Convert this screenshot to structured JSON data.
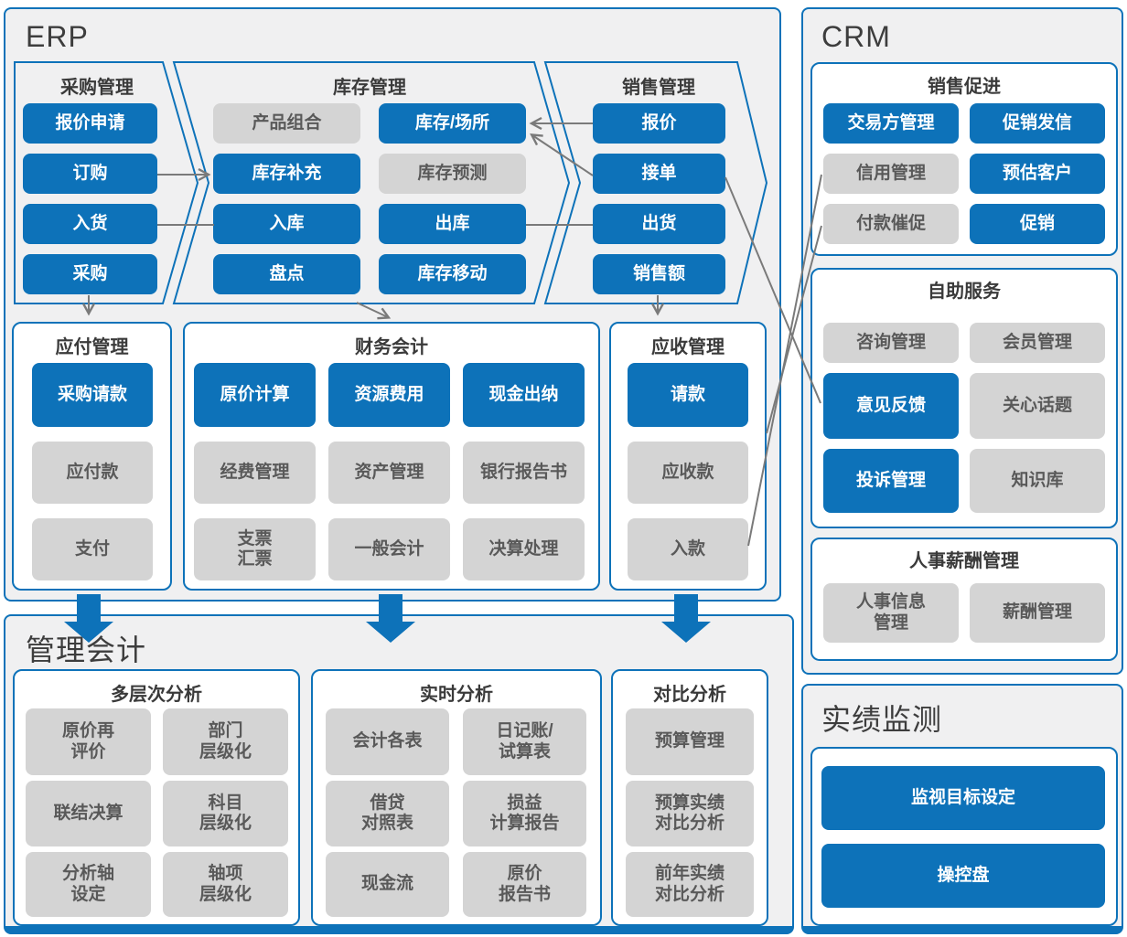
{
  "colors": {
    "accent_blue": "#0d72b9",
    "block_gray": "#d4d4d4",
    "box_bg": "#f0f0f1",
    "line_gray": "#7a7a7a",
    "title_text": "#3d3d3d",
    "gray_block_text": "#595959"
  },
  "erp": {
    "title": "ERP",
    "purchasing": {
      "title": "采购管理",
      "items": [
        {
          "label": "报价申请",
          "variant": "blue"
        },
        {
          "label": "订购",
          "variant": "blue"
        },
        {
          "label": "入货",
          "variant": "blue"
        },
        {
          "label": "采购",
          "variant": "blue"
        }
      ]
    },
    "inventory": {
      "title": "库存管理",
      "items": [
        {
          "label": "产品组合",
          "variant": "gray"
        },
        {
          "label": "库存/场所",
          "variant": "blue"
        },
        {
          "label": "库存补充",
          "variant": "blue"
        },
        {
          "label": "库存预测",
          "variant": "gray"
        },
        {
          "label": "入库",
          "variant": "blue"
        },
        {
          "label": "出库",
          "variant": "blue"
        },
        {
          "label": "盘点",
          "variant": "blue"
        },
        {
          "label": "库存移动",
          "variant": "blue"
        }
      ]
    },
    "sales": {
      "title": "销售管理",
      "items": [
        {
          "label": "报价",
          "variant": "blue"
        },
        {
          "label": "接单",
          "variant": "blue"
        },
        {
          "label": "出货",
          "variant": "blue"
        },
        {
          "label": "销售额",
          "variant": "blue"
        }
      ]
    },
    "payable": {
      "title": "应付管理",
      "items": [
        {
          "label": "采购请款",
          "variant": "blue"
        },
        {
          "label": "应付款",
          "variant": "gray"
        },
        {
          "label": "支付",
          "variant": "gray"
        }
      ]
    },
    "finance": {
      "title": "财务会计",
      "items": [
        {
          "label": "原价计算",
          "variant": "blue"
        },
        {
          "label": "资源费用",
          "variant": "blue"
        },
        {
          "label": "现金出纳",
          "variant": "blue"
        },
        {
          "label": "经费管理",
          "variant": "gray"
        },
        {
          "label": "资产管理",
          "variant": "gray"
        },
        {
          "label": "银行报告书",
          "variant": "gray"
        },
        {
          "label": "支票\n汇票",
          "variant": "gray"
        },
        {
          "label": "一般会计",
          "variant": "gray"
        },
        {
          "label": "决算处理",
          "variant": "gray"
        }
      ]
    },
    "receivable": {
      "title": "应收管理",
      "items": [
        {
          "label": "请款",
          "variant": "blue"
        },
        {
          "label": "应收款",
          "variant": "gray"
        },
        {
          "label": "入款",
          "variant": "gray"
        }
      ]
    }
  },
  "crm": {
    "title": "CRM",
    "promotion": {
      "title": "销售促进",
      "items": [
        {
          "label": "交易方管理",
          "variant": "blue"
        },
        {
          "label": "促销发信",
          "variant": "blue"
        },
        {
          "label": "信用管理",
          "variant": "gray"
        },
        {
          "label": "预估客户",
          "variant": "blue"
        },
        {
          "label": "付款催促",
          "variant": "gray"
        },
        {
          "label": "促销",
          "variant": "blue"
        }
      ]
    },
    "self_service": {
      "title": "自助服务",
      "items": [
        {
          "label": "咨询管理",
          "variant": "gray"
        },
        {
          "label": "会员管理",
          "variant": "gray"
        },
        {
          "label": "意见反馈",
          "variant": "blue"
        },
        {
          "label": "关心话题",
          "variant": "gray"
        },
        {
          "label": "投诉管理",
          "variant": "blue"
        },
        {
          "label": "知识库",
          "variant": "gray"
        }
      ]
    },
    "hr": {
      "title": "人事薪酬管理",
      "items": [
        {
          "label": "人事信息\n管理",
          "variant": "gray"
        },
        {
          "label": "薪酬管理",
          "variant": "gray"
        }
      ]
    }
  },
  "management_accounting": {
    "title": "管理会计",
    "multilevel": {
      "title": "多层次分析",
      "items": [
        {
          "label": "原价再\n评价",
          "variant": "gray"
        },
        {
          "label": "部门\n层级化",
          "variant": "gray"
        },
        {
          "label": "联结决算",
          "variant": "gray"
        },
        {
          "label": "科目\n层级化",
          "variant": "gray"
        },
        {
          "label": "分析轴\n设定",
          "variant": "gray"
        },
        {
          "label": "轴项\n层级化",
          "variant": "gray"
        }
      ]
    },
    "realtime": {
      "title": "实时分析",
      "items": [
        {
          "label": "会计各表",
          "variant": "gray"
        },
        {
          "label": "日记账/\n试算表",
          "variant": "gray"
        },
        {
          "label": "借贷\n对照表",
          "variant": "gray"
        },
        {
          "label": "损益\n计算报告",
          "variant": "gray"
        },
        {
          "label": "现金流",
          "variant": "gray"
        },
        {
          "label": "原价\n报告书",
          "variant": "gray"
        }
      ]
    },
    "compare": {
      "title": "对比分析",
      "items": [
        {
          "label": "预算管理",
          "variant": "gray"
        },
        {
          "label": "预算实绩\n对比分析",
          "variant": "gray"
        },
        {
          "label": "前年实绩\n对比分析",
          "variant": "gray"
        }
      ]
    }
  },
  "performance": {
    "title": "实绩监测",
    "items": [
      {
        "label": "监视目标设定",
        "variant": "blue"
      },
      {
        "label": "操控盘",
        "variant": "blue"
      }
    ]
  },
  "connections": [
    {
      "from": "订购",
      "to": "库存补充",
      "arrow": true
    },
    {
      "from": "入货",
      "to": "入库",
      "arrow": false
    },
    {
      "from": "出库",
      "to": "出货",
      "arrow": false
    },
    {
      "from": "报价",
      "to": "库存/场所",
      "arrow": true
    },
    {
      "from": "接单",
      "to": "库存/场所",
      "arrow": true
    },
    {
      "from": "采购",
      "to": "应付管理",
      "arrow": true
    },
    {
      "from": "库存管理",
      "to": "财务会计",
      "arrow": true
    },
    {
      "from": "销售额",
      "to": "应收管理",
      "arrow": true
    },
    {
      "from": "接单",
      "to": "意见反馈",
      "arrow": false
    },
    {
      "from": "信用管理",
      "to": "入款",
      "arrow": false
    },
    {
      "from": "付款催促",
      "to": "应收管理",
      "arrow": false
    },
    {
      "from": "ERP",
      "to": "管理会计",
      "arrow": "three thick blue arrows"
    }
  ]
}
